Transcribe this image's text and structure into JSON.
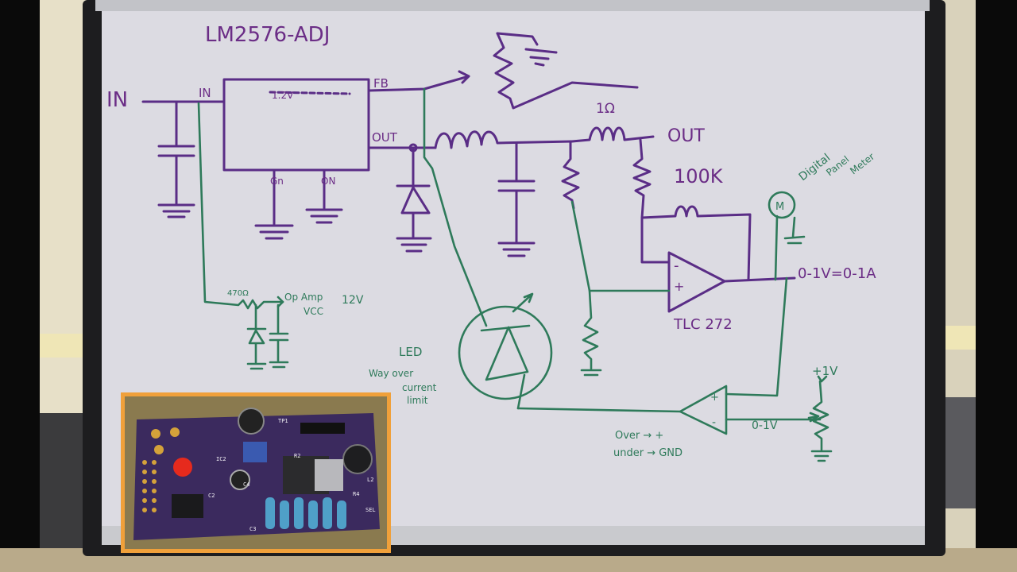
{
  "colors": {
    "wall": "#e9e3cf",
    "board_surface": "#dcdbe0",
    "frame": "#1d1d1f",
    "ink_purple": "#5a2d86",
    "ink_green": "#2e7a5a",
    "photo_border": "#f0a03a",
    "pcb": "#3a2a5c"
  },
  "whiteboard": {
    "title": "LM2576-ADJ",
    "labels": {
      "in_left": "IN",
      "in_pin": "IN",
      "fb_pin": "FB",
      "out_pin": "OUT",
      "ref_voltage": "1.2V",
      "gnd_pin": "Gn",
      "on_pin": "ON",
      "out_right": "OUT",
      "shunt": "1Ω",
      "resistor_100k": "100K",
      "meter_symbol": "M",
      "meter_label_line1": "Digital",
      "meter_label_line2": "Panel",
      "meter_label_line3": "Meter",
      "scale": "0-1V=0-1A",
      "opamp_part": "TLC 272",
      "plus": "+",
      "minus": "-",
      "r470": "470Ω",
      "opamp_vcc": "Op Amp",
      "vcc": "VCC",
      "twelve_v": "12V",
      "led_line1": "LED",
      "led_line2": "Way over",
      "led_line3": "current",
      "led_line4": "limit",
      "plus_1v": "+1V",
      "zero_1v": "0-1V",
      "over": "Over → +",
      "under": "under → GND"
    }
  },
  "pcb_photo": {
    "silkscreen": [
      "TP1",
      "IC2",
      "R2",
      "L2",
      "C2",
      "C3",
      "C4",
      "R4",
      "SEL"
    ]
  }
}
